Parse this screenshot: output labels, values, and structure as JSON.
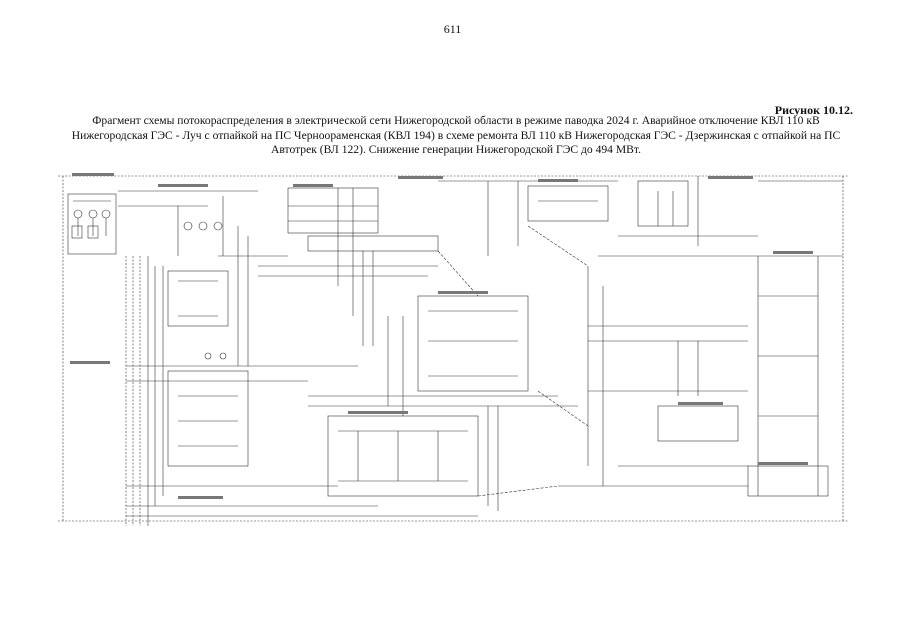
{
  "page_number": "611",
  "figure_label": "Рисунок 10.12",
  "figure_label_suffix": ".",
  "caption": "Фрагмент схемы потокораспределения в электрической сети Нижегородской области в режиме паводка 2024 г. Аварийное отключение КВЛ 110 кВ Нижегородская ГЭС - Луч с отпайкой на ПС Черноораменская (КВЛ 194) в схеме ремонта ВЛ 110 кВ Нижегородская ГЭС - Дзержинская с отпайкой на ПС Автотрек (ВЛ 122). Снижение генерации Нижегородской ГЭС до 494 МВт."
}
